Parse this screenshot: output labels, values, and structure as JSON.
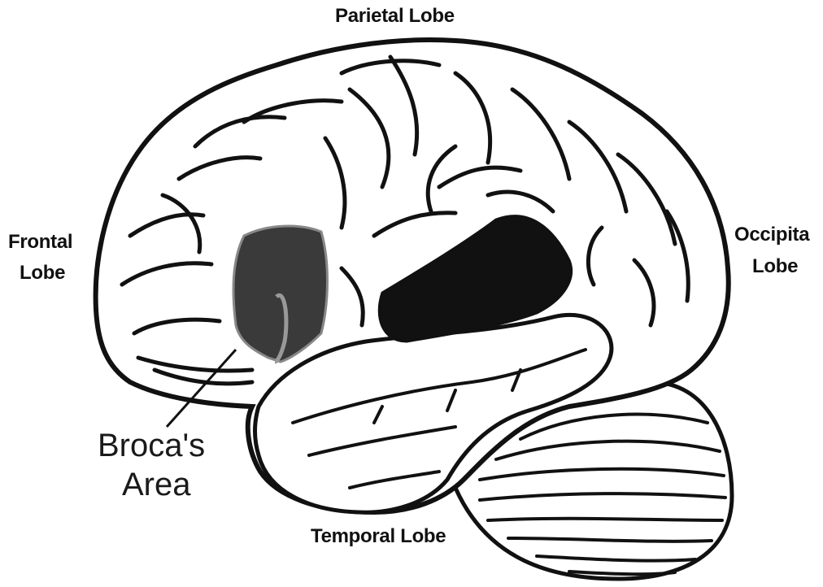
{
  "labels": {
    "parietal": "Parietal Lobe",
    "frontal_line1": "Frontal",
    "frontal_line2": "Lobe",
    "occipital_line1": "Occipita",
    "occipital_line2": "Lobe",
    "broca_line1": "Broca's",
    "broca_line2": "Area",
    "temporal": "Temporal Lobe"
  },
  "colors": {
    "outline": "#111111",
    "broca_fill": "#3a3a3a",
    "wernicke_fill": "#111111",
    "background": "#ffffff"
  }
}
